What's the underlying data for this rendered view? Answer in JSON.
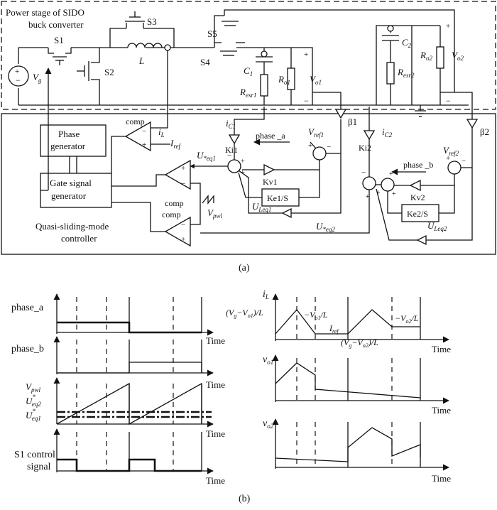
{
  "part_a": {
    "caption": "(a)",
    "power_title_l1": "Power stage of SIDO",
    "power_title_l2": "buck converter",
    "controller_l1": "Quasi-sliding-mode",
    "controller_l2": "controller",
    "labels": {
      "s1": "S1",
      "s2": "S2",
      "s3": "S3",
      "s4": "S4",
      "s5": "S5",
      "inductor": "L",
      "vg": "V",
      "vg_sub": "g",
      "c1": "C",
      "c1_sub": "1",
      "resr1": "R",
      "resr1_sub": "esr1",
      "ro1": "R",
      "ro1_sub": "o1",
      "vo1": "V",
      "vo1_sub": "o1",
      "c2": "C",
      "c2_sub": "2",
      "resr2": "R",
      "resr2_sub": "esr2",
      "ro2": "R",
      "ro2_sub": "o2",
      "vo2": "V",
      "vo2_sub": "o2",
      "plus": "+",
      "minus": "−",
      "phase_gen_l1": "Phase",
      "phase_gen_l2": "generator",
      "gate_gen_l1": "Gate signal",
      "gate_gen_l2": "generator",
      "comp": "comp",
      "il": "i",
      "il_sub": "L",
      "iref": "I",
      "iref_sub": "ref",
      "ic1": "i",
      "ic1_sub": "C1",
      "ic2": "i",
      "ic2_sub": "C2",
      "ki1": "Ki1",
      "ki2": "Ki2",
      "kv1": "Kv1",
      "kv2": "Kv2",
      "ke1": "Ke1/S",
      "ke2": "Ke2/S",
      "beta1": "β1",
      "beta2": "β2",
      "vref1": "V",
      "vref1_sub": "ref1",
      "vref2": "V",
      "vref2_sub": "ref2",
      "phase_a": "phase _a",
      "phase_b": "phase _b",
      "ueq1": "U",
      "ueq1_sub": "*eq1",
      "ueq2": "U",
      "ueq2_sub": "*eq2",
      "uleq1": "U",
      "uleq1_sub": "Leq1",
      "uleq2": "U",
      "uleq2_sub": "Leq2",
      "vpwl": "V",
      "vpwl_sub": "pwl"
    }
  },
  "part_b": {
    "caption": "(b)",
    "time": "Time",
    "phase_a": "phase_a",
    "phase_b": "phase_b",
    "vpwl": "V",
    "vpwl_sub": "pwl",
    "ueq2": "U",
    "ueq2_sup": "*",
    "ueq2_sub": "eq2",
    "ueq1": "U",
    "ueq1_sup": "*",
    "ueq1_sub": "eq1",
    "s1_l1": "S1 control",
    "s1_l2": "signal",
    "il": "i",
    "il_sub": "L",
    "slope1": "(V",
    "slope1_b": "g",
    "slope1_c": "−V",
    "slope1_d": "o1",
    "slope1_e": ")/L",
    "slope2": "−V",
    "slope2_b": "o1",
    "slope2_c": "/L",
    "iref": "I",
    "iref_sub": "ref",
    "slope3": "(V",
    "slope3_b": "g",
    "slope3_c": "−V",
    "slope3_d": "o2",
    "slope3_e": ")/L",
    "slope4": "−V",
    "slope4_b": "o2",
    "slope4_c": "/L",
    "vo1": "v",
    "vo1_sub": "o1",
    "vo2": "v",
    "vo2_sub": "o2"
  }
}
